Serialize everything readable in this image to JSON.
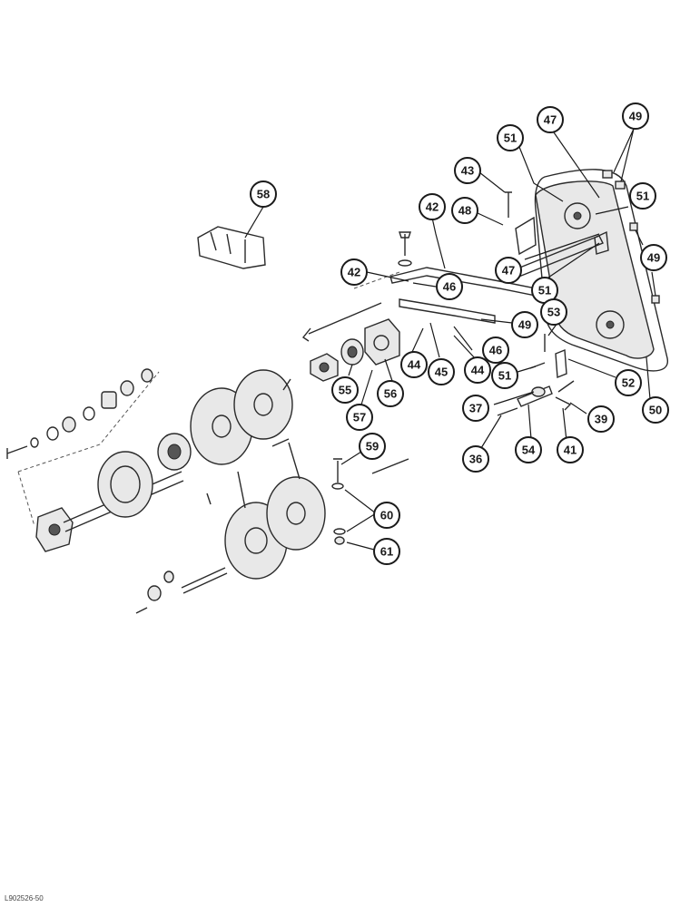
{
  "figure_code": "L902526-50",
  "callouts": [
    "58",
    "43",
    "42",
    "46",
    "48",
    "51",
    "47",
    "49",
    "53",
    "44",
    "45",
    "55",
    "56",
    "57",
    "52",
    "50",
    "37",
    "39",
    "36",
    "54",
    "41",
    "59",
    "60",
    "61"
  ]
}
